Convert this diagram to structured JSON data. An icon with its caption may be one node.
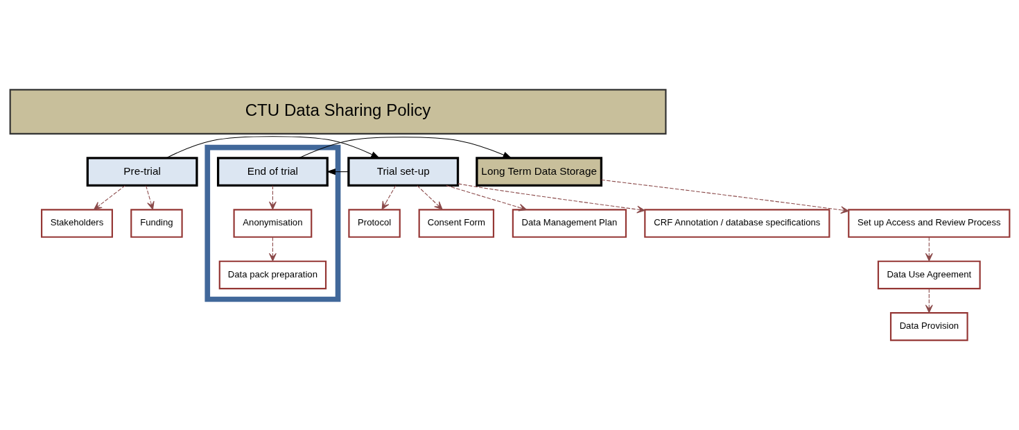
{
  "diagram": {
    "nodes": [
      {
        "text": [
          "CTU Data Sharing Policy"
        ]
      },
      {
        "text": [
          "Pre-trial"
        ]
      },
      {
        "text": [
          "Trial set-up"
        ]
      },
      {
        "text": [],
        "shape": "box"
      },
      {
        "text": [
          "End of trial"
        ],
        "in": 3
      },
      {
        "text": [
          "Long Term Data Storage"
        ]
      },
      {
        "text": [
          "Stakeholders"
        ]
      },
      {
        "text": [
          "Funding"
        ]
      },
      {
        "text": [
          "Protocol"
        ]
      },
      {
        "text": [
          "Consent Form"
        ]
      },
      {
        "text": [
          "Data Management Plan"
        ]
      },
      {
        "text": [
          "CRF Annotation / database specifications"
        ]
      },
      {
        "text": [
          "Anonymisation"
        ],
        "in": 3
      },
      {
        "text": [
          "Data pack preparation"
        ],
        "in": 3
      },
      {
        "text": [
          "Set up Access and Review Process"
        ]
      },
      {
        "text": [
          "Data Use Agreement"
        ]
      },
      {
        "text": [
          "Data Provision"
        ]
      }
    ],
    "edges": [
      {
        "from": 1,
        "to": 2,
        "arrow": "to",
        "color": "#000000"
      },
      {
        "from": 2,
        "to": 4,
        "arrow": "to",
        "color": "#000000"
      },
      {
        "from": 4,
        "to": 5,
        "arrow": "to",
        "color": "#000000"
      },
      {
        "from": 1,
        "to": 6,
        "arrow": "to",
        "style": "dashed",
        "color": "#8b4a4a"
      },
      {
        "from": 1,
        "to": 7,
        "arrow": "to",
        "style": "dashed",
        "color": "#8b4a4a"
      },
      {
        "from": 2,
        "to": 8,
        "arrow": "to",
        "style": "dashed",
        "color": "#8b4a4a"
      },
      {
        "from": 2,
        "to": 9,
        "arrow": "to",
        "style": "dashed",
        "color": "#8b4a4a"
      },
      {
        "from": 2,
        "to": 10,
        "arrow": "to",
        "style": "dashed",
        "color": "#8b4a4a"
      },
      {
        "from": 2,
        "to": 11,
        "arrow": "to",
        "style": "dashed",
        "color": "#8b4a4a"
      },
      {
        "from": 4,
        "to": 12,
        "arrow": "to",
        "style": "dashed",
        "color": "#8b4a4a"
      },
      {
        "from": 12,
        "to": 13,
        "arrow": "to",
        "style": "dashed",
        "color": "#8b4a4a"
      },
      {
        "from": 5,
        "to": 14,
        "arrow": "to",
        "style": "dashed",
        "color": "#8b4a4a"
      },
      {
        "from": 14,
        "to": 15,
        "arrow": "to",
        "style": "dashed",
        "color": "#8b4a4a"
      },
      {
        "from": 15,
        "to": 16,
        "arrow": "to",
        "style": "dashed",
        "color": "#8b4a4a"
      }
    ]
  }
}
